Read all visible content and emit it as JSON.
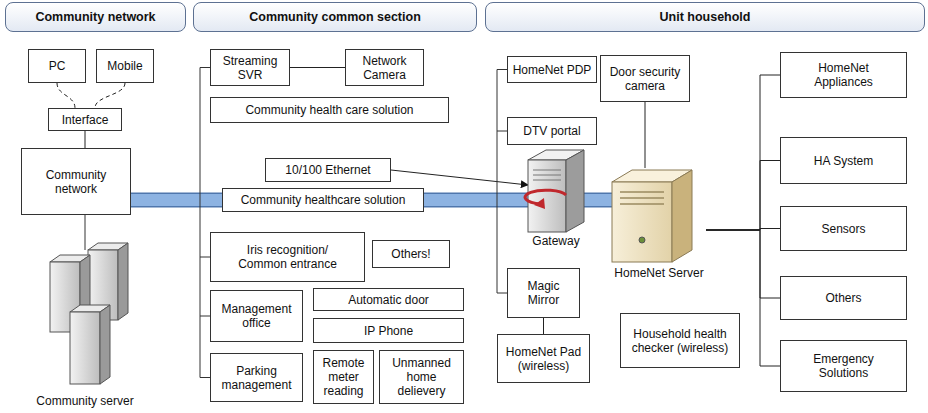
{
  "diagram": {
    "nodes": [
      {
        "text": [
          "Community network"
        ]
      },
      {
        "text": [
          "PC"
        ],
        "in": 0
      },
      {
        "text": [
          "Mobile"
        ],
        "in": 0
      },
      {
        "text": [
          "Interface"
        ],
        "in": 0
      },
      {
        "text": [
          "Community network"
        ],
        "in": 0
      },
      {
        "text": [
          "Community common section"
        ]
      },
      {
        "text": [
          "Streaming SVR"
        ],
        "in": 5
      },
      {
        "text": [
          "Network Camera"
        ],
        "in": 5
      },
      {
        "text": [
          "Community health care solution"
        ],
        "in": 5
      },
      {
        "text": [
          "10/100 Ethernet"
        ],
        "in": 5
      },
      {
        "text": [
          "Community healthcare solution"
        ],
        "in": 5
      },
      {
        "text": [
          "Iris recognition/ Common entrance"
        ],
        "in": 5
      },
      {
        "text": [
          "Others!"
        ],
        "in": 5
      },
      {
        "text": [
          "Management office"
        ],
        "in": 5
      },
      {
        "text": [
          "Automatic door"
        ],
        "in": 5
      },
      {
        "text": [
          "IP Phone"
        ],
        "in": 5
      },
      {
        "text": [
          "Parking management"
        ],
        "in": 5
      },
      {
        "text": [
          "Remote meter reading"
        ],
        "in": 5
      },
      {
        "text": [
          "Unmanned home delievery"
        ],
        "in": 5
      },
      {
        "text": [
          "Unit household"
        ]
      },
      {
        "text": [
          "HomeNet PDP"
        ],
        "in": 19
      },
      {
        "text": [
          "Door security camera"
        ],
        "in": 19
      },
      {
        "text": [
          "HomeNet Appliances"
        ],
        "in": 19
      },
      {
        "text": [
          "DTV portal"
        ],
        "in": 19
      },
      {
        "text": [
          "HA System"
        ],
        "in": 19
      },
      {
        "text": [
          "Gateway"
        ],
        "in": 19
      },
      {
        "text": [
          "HomeNet Server"
        ],
        "in": 19
      },
      {
        "text": [
          "Sensors"
        ],
        "in": 19
      },
      {
        "text": [
          "Magic Mirror"
        ],
        "in": 19
      },
      {
        "text": [
          "Household health checker (wireless)"
        ],
        "in": 19
      },
      {
        "text": [
          "Others"
        ],
        "in": 19
      },
      {
        "text": [
          "HomeNet Pad (wireless)"
        ],
        "in": 19
      },
      {
        "text": [
          "Emergency Solutions"
        ],
        "in": 19
      }
    ],
    "edges": [
      {
        "from": 1,
        "to": 3,
        "arrow": "none"
      },
      {
        "from": 2,
        "to": 3,
        "arrow": "none"
      },
      {
        "from": 3,
        "to": 4,
        "arrow": "none"
      },
      {
        "from": 4,
        "to": 25,
        "arrow": "none"
      },
      {
        "from": 25,
        "to": 26,
        "arrow": "none"
      },
      {
        "from": 6,
        "to": 7,
        "arrow": "none"
      },
      {
        "from": 9,
        "to": 25,
        "arrow": "to"
      },
      {
        "from": 21,
        "to": 26,
        "arrow": "none"
      },
      {
        "from": 28,
        "to": 31,
        "arrow": "none"
      },
      {
        "from": 26,
        "to": 22,
        "arrow": "none"
      },
      {
        "from": 26,
        "to": 24,
        "arrow": "none"
      },
      {
        "from": 26,
        "to": 27,
        "arrow": "none"
      },
      {
        "from": 26,
        "to": 30,
        "arrow": "none"
      },
      {
        "from": 26,
        "to": 32,
        "arrow": "none"
      }
    ],
    "labels": [
      "Community server"
    ]
  }
}
